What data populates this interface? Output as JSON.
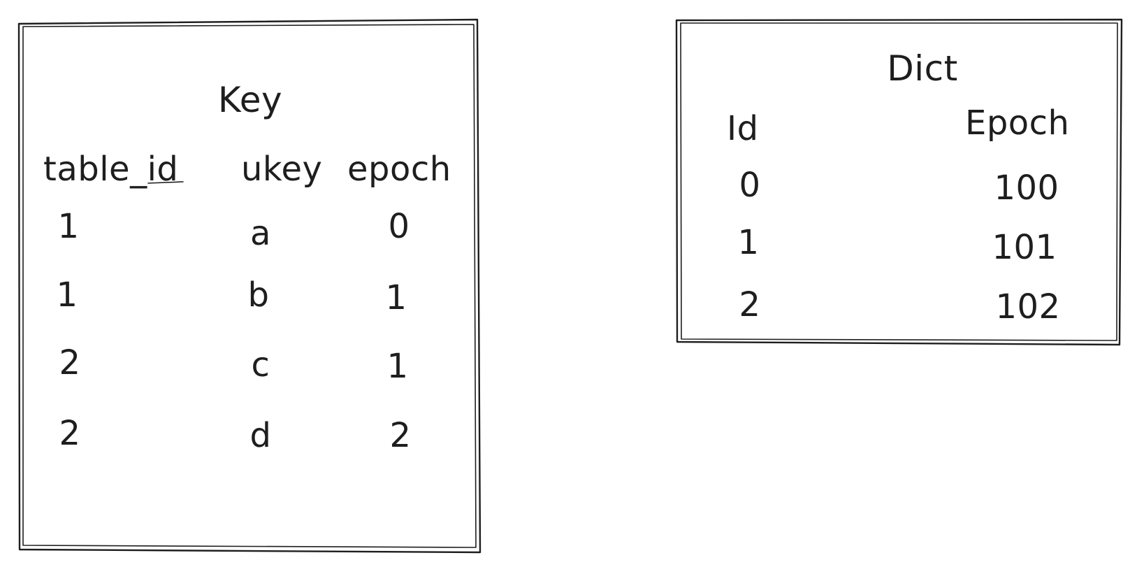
{
  "key_table": {
    "title": "Key",
    "columns": [
      "table_id",
      "ukey",
      "epoch"
    ],
    "rows": [
      [
        "1",
        "a",
        "0"
      ],
      [
        "1",
        "b",
        "1"
      ],
      [
        "2",
        "c",
        "1"
      ],
      [
        "2",
        "d",
        "2"
      ]
    ]
  },
  "dict_table": {
    "title": "Dict",
    "columns": [
      "Id",
      "Epoch"
    ],
    "rows": [
      [
        "0",
        "100"
      ],
      [
        "1",
        "101"
      ],
      [
        "2",
        "102"
      ]
    ]
  },
  "colors": {
    "stroke": "#1e1e1e",
    "background": "#ffffff"
  }
}
